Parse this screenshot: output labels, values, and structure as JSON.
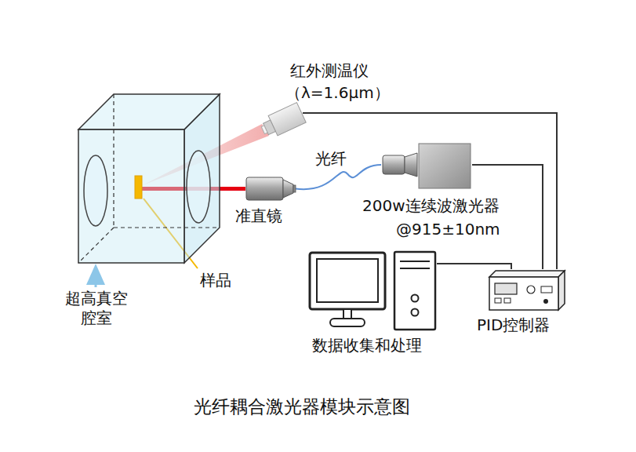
{
  "diagram": {
    "caption": "光纤耦合激光器模块示意图",
    "nodes": [
      {
        "text": [
          "红外测温仪",
          "（λ=1.6μm）"
        ]
      },
      {
        "text": [
          "超高真空 腔室"
        ]
      },
      {
        "text": [
          "样品"
        ],
        "in": 1
      },
      {
        "text": [
          "准直镜"
        ]
      },
      {
        "text": [
          "200w连续波激光器",
          "@915±10nm"
        ]
      },
      {
        "text": [
          "数据收集和处理"
        ]
      },
      {
        "text": [
          "PID控制器"
        ]
      }
    ],
    "edges": [
      {
        "from": 3,
        "to": 2,
        "arrow": "none"
      },
      {
        "from": 4,
        "to": 3,
        "label": "光纤",
        "arrow": "none"
      },
      {
        "from": 0,
        "to": 2,
        "arrow": "none"
      },
      {
        "from": 0,
        "to": 6,
        "arrow": "none"
      },
      {
        "from": 4,
        "to": 6,
        "arrow": "none"
      },
      {
        "from": 5,
        "to": 6,
        "arrow": "none"
      }
    ]
  }
}
